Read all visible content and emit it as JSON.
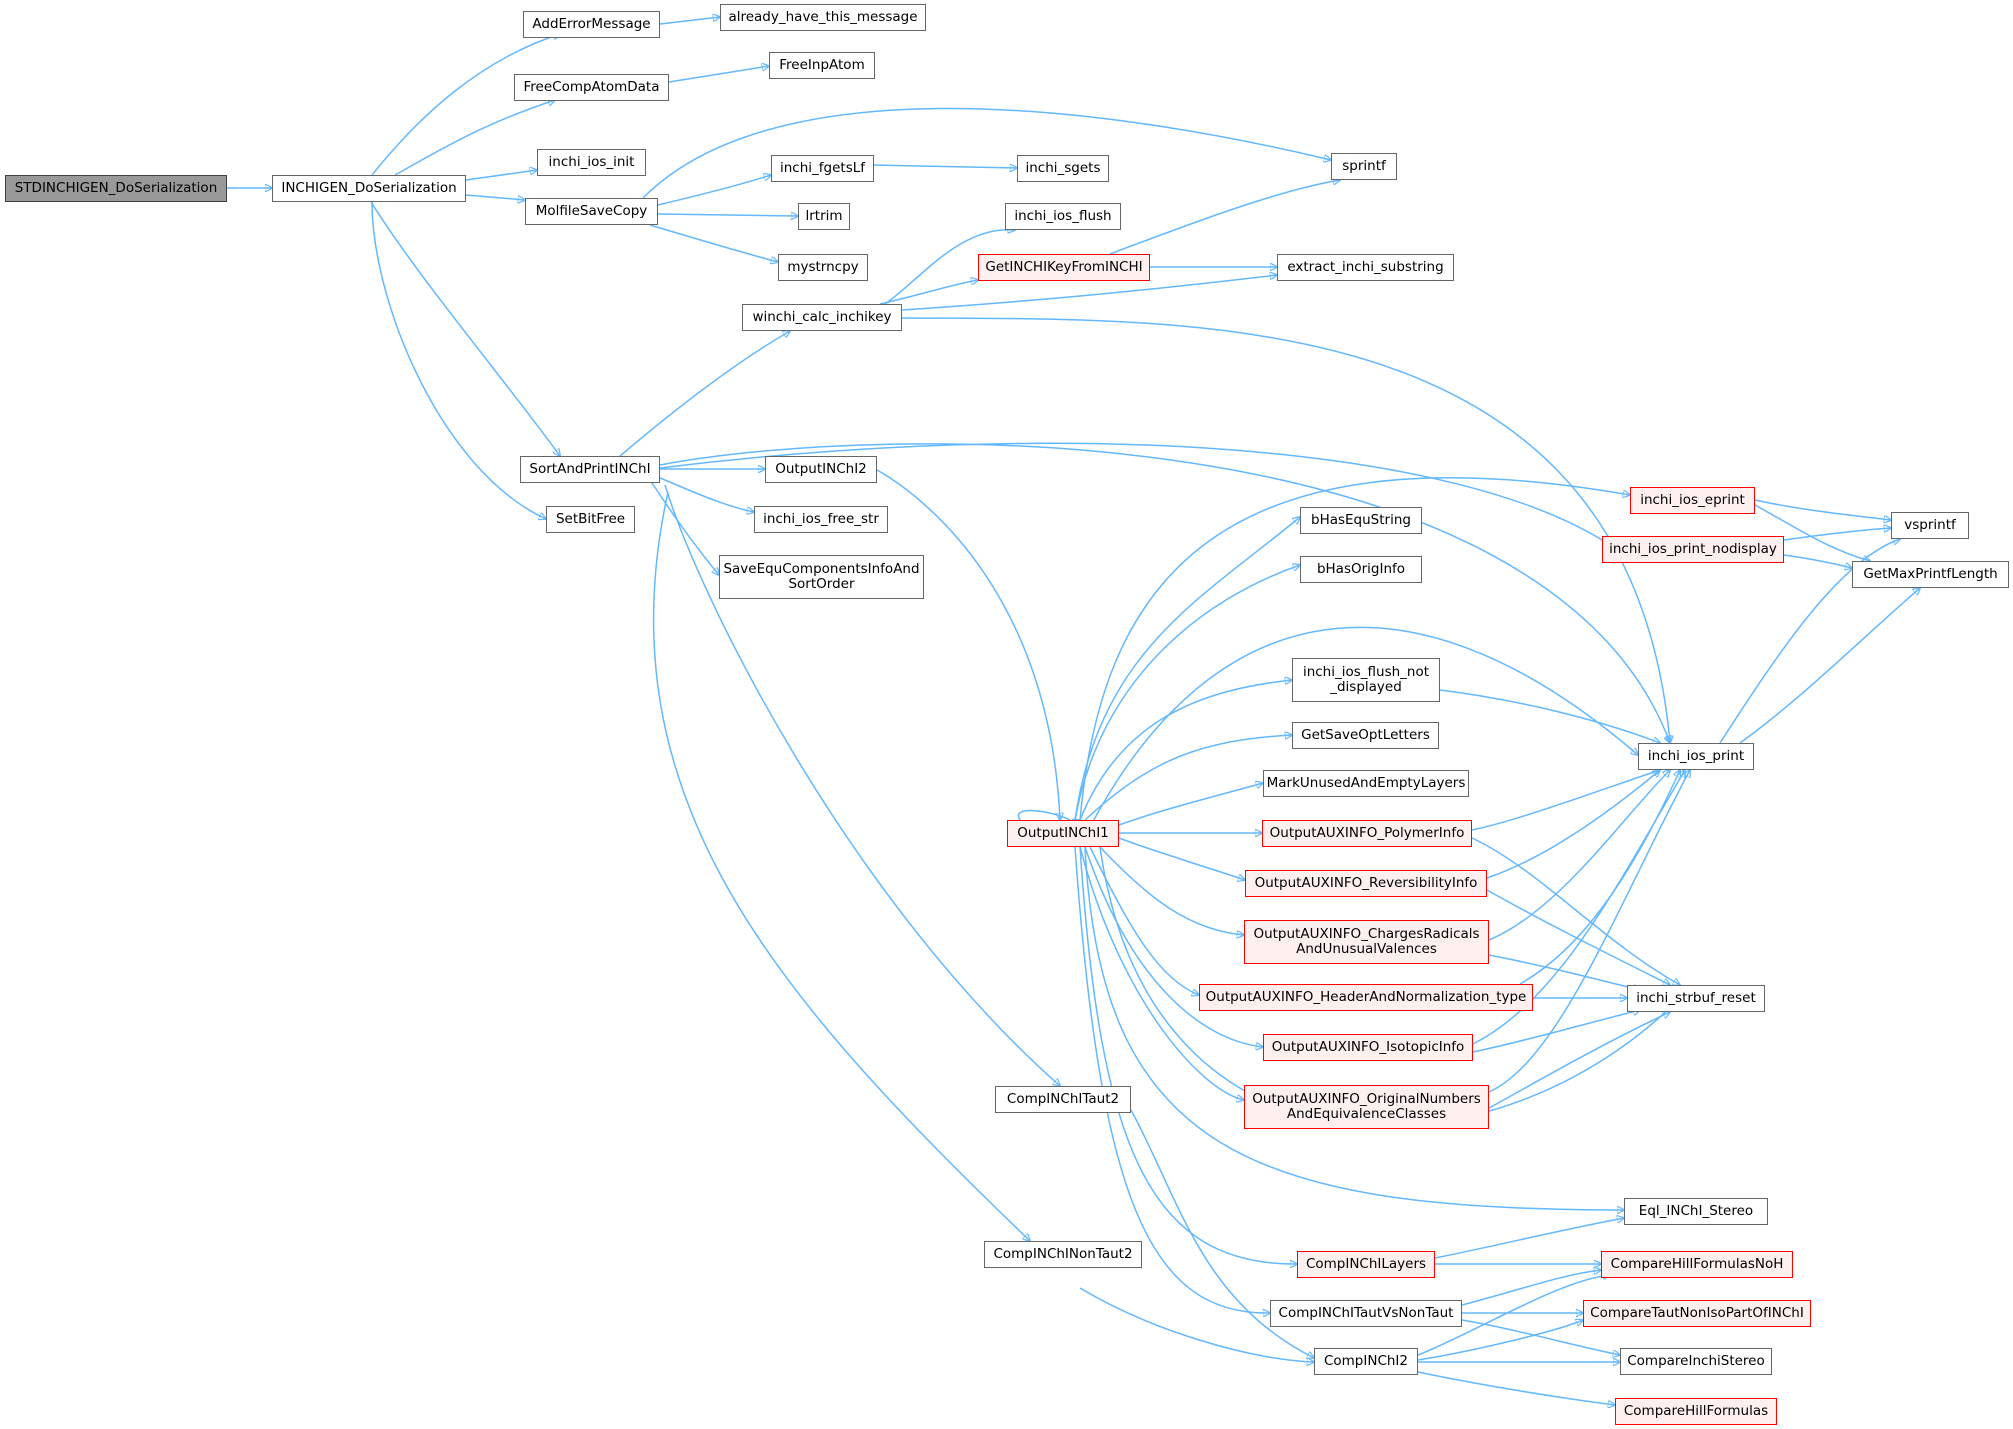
{
  "nodes": {
    "n_root": "STDINCHIGEN_DoSerialization",
    "n_inchigen": "INCHIGEN_DoSerialization",
    "n_adderror": "AddErrorMessage",
    "n_already": "already_have_this_message",
    "n_freecomp": "FreeCompAtomData",
    "n_freeinp": "FreeInpAtom",
    "n_iosinit": "inchi_ios_init",
    "n_molfile": "MolfileSaveCopy",
    "n_sprintf": "sprintf",
    "n_fgetslf": "inchi_fgetsLf",
    "n_sgets": "inchi_sgets",
    "n_lrtrim": "lrtrim",
    "n_mystrncpy": "mystrncpy",
    "n_iosflush": "inchi_ios_flush",
    "n_getkey": "GetINCHIKeyFromINCHI",
    "n_extract": "extract_inchi_substring",
    "n_winchi": "winchi_calc_inchikey",
    "n_sortprint": "SortAndPrintINChI",
    "n_outinchi2": "OutputINChI2",
    "n_freestr": "inchi_ios_free_str",
    "n_setbitfree": "SetBitFree",
    "n_saveequ": "SaveEquComponentsInfoAnd\nSortOrder",
    "n_eprint": "inchi_ios_eprint",
    "n_printnod": "inchi_ios_print_nodisplay",
    "n_vsprintf": "vsprintf",
    "n_getmax": "GetMaxPrintfLength",
    "n_bhasequ": "bHasEquString",
    "n_bhasorig": "bHasOrigInfo",
    "n_flushnd": "inchi_ios_flush_not\n_displayed",
    "n_getsaveopt": "GetSaveOptLetters",
    "n_iosprint": "inchi_ios_print",
    "n_markunused": "MarkUnusedAndEmptyLayers",
    "n_outinchi1": "OutputINChI1",
    "n_polymer": "OutputAUXINFO_PolymerInfo",
    "n_revers": "OutputAUXINFO_ReversibilityInfo",
    "n_charges": "OutputAUXINFO_ChargesRadicals\nAndUnusualValences",
    "n_header": "OutputAUXINFO_HeaderAndNormalization_type",
    "n_strbuf": "inchi_strbuf_reset",
    "n_isotopic": "OutputAUXINFO_IsotopicInfo",
    "n_orignum": "OutputAUXINFO_OriginalNumbers\nAndEquivalenceClasses",
    "n_comptaut2": "CompINChITaut2",
    "n_eqlstereo": "Eql_INChI_Stereo",
    "n_complayers": "CompINChILayers",
    "n_hillnoh": "CompareHillFormulasNoH",
    "n_compnontaut2": "CompINChINonTaut2",
    "n_tautvsnon": "CompINChITautVsNonTaut",
    "n_tautnoniso": "CompareTautNonIsoPartOfINChI",
    "n_compinchi2": "CompINChI2",
    "n_cmpstereo": "CompareInchiStereo",
    "n_hill": "CompareHillFormulas"
  },
  "edge_color": "#63b8ff",
  "node_border_color": "#666666",
  "highlight_border_color": "#ff0000",
  "highlight_fill_color": "#fff0f0",
  "root_fill_color": "#999999"
}
